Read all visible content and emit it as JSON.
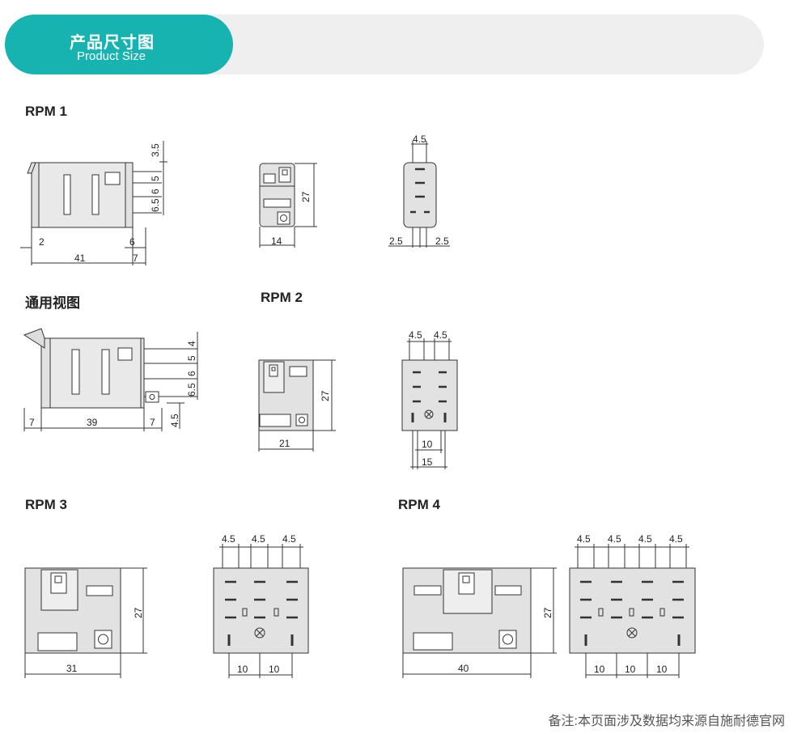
{
  "header": {
    "title_cn": "产品尺寸图",
    "title_en": "Product Size"
  },
  "sections": {
    "rpm1": "RPM 1",
    "common": "通用视图",
    "rpm2": "RPM 2",
    "rpm3": "RPM 3",
    "rpm4": "RPM 4"
  },
  "dims": {
    "rpm1_side": {
      "w41": "41",
      "w2": "2",
      "w6": "6",
      "w7": "7",
      "h35": "3.5",
      "h5": "5",
      "h6": "6",
      "h65": "6.5"
    },
    "rpm1_front": {
      "w14": "14",
      "h27": "27"
    },
    "rpm1_pins": {
      "w45": "4.5",
      "w25a": "2.5",
      "w25b": "2.5"
    },
    "common_side": {
      "w7a": "7",
      "w39": "39",
      "w7b": "7",
      "w45": "4.5",
      "h4": "4",
      "h5": "5",
      "h6": "6",
      "h65": "6.5"
    },
    "rpm2_front": {
      "w21": "21",
      "h27": "27"
    },
    "rpm2_pins": {
      "a": "4.5",
      "b": "4.5",
      "w10": "10",
      "w15": "15"
    },
    "rpm3_front": {
      "w31": "31",
      "h27": "27"
    },
    "rpm3_pins": {
      "a": "4.5",
      "b": "4.5",
      "c": "4.5",
      "d": "10",
      "e": "10"
    },
    "rpm4_front": {
      "w40": "40",
      "h27": "27"
    },
    "rpm4_pins": {
      "a": "4.5",
      "b": "4.5",
      "c": "4.5",
      "d": "4.5",
      "e": "10",
      "f": "10",
      "g": "10"
    }
  },
  "footer_note": "备注:本页面涉及数据均来源自施耐德官网",
  "colors": {
    "accent": "#16b3b1",
    "banner_bg": "#efefef",
    "body_fill": "#e2e2e2"
  }
}
